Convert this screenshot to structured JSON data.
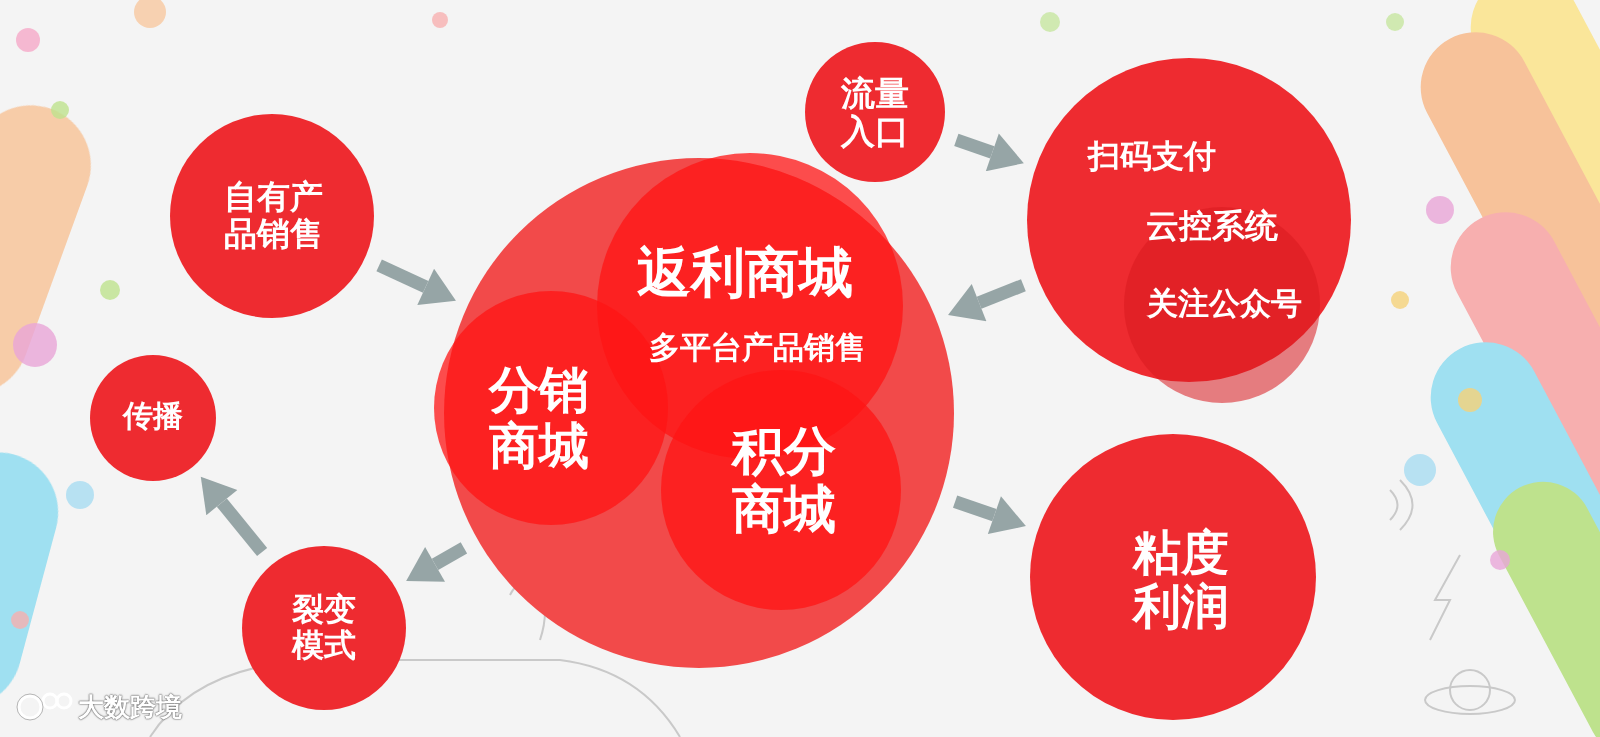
{
  "diagram": {
    "nodes": [
      {
        "text": [
          "流量入口"
        ]
      },
      {
        "text": [
          "自有产品销售"
        ]
      },
      {
        "text": [
          "扫码支付",
          "云控系统"
        ]
      },
      {
        "text": [
          "关注公众号"
        ],
        "in": 2
      },
      {
        "text": []
      },
      {
        "text": [
          "返利商城",
          "多平台产品销售"
        ],
        "in": 4
      },
      {
        "text": [
          "分销商城"
        ],
        "in": 4
      },
      {
        "text": [
          "积分商城"
        ],
        "in": 4
      },
      {
        "text": [
          "传播"
        ]
      },
      {
        "text": [
          "裂变模式"
        ]
      },
      {
        "text": [
          "粘度利润"
        ]
      }
    ],
    "edges": [
      {
        "from": 1,
        "to": 4,
        "arrow": "to"
      },
      {
        "from": 0,
        "to": 2,
        "arrow": "to"
      },
      {
        "from": 2,
        "to": 4,
        "arrow": "to"
      },
      {
        "from": 4,
        "to": 10,
        "arrow": "to"
      },
      {
        "from": 4,
        "to": 9,
        "arrow": "to"
      },
      {
        "from": 9,
        "to": 8,
        "arrow": "to"
      }
    ],
    "labels": [
      "大数跨境"
    ]
  }
}
